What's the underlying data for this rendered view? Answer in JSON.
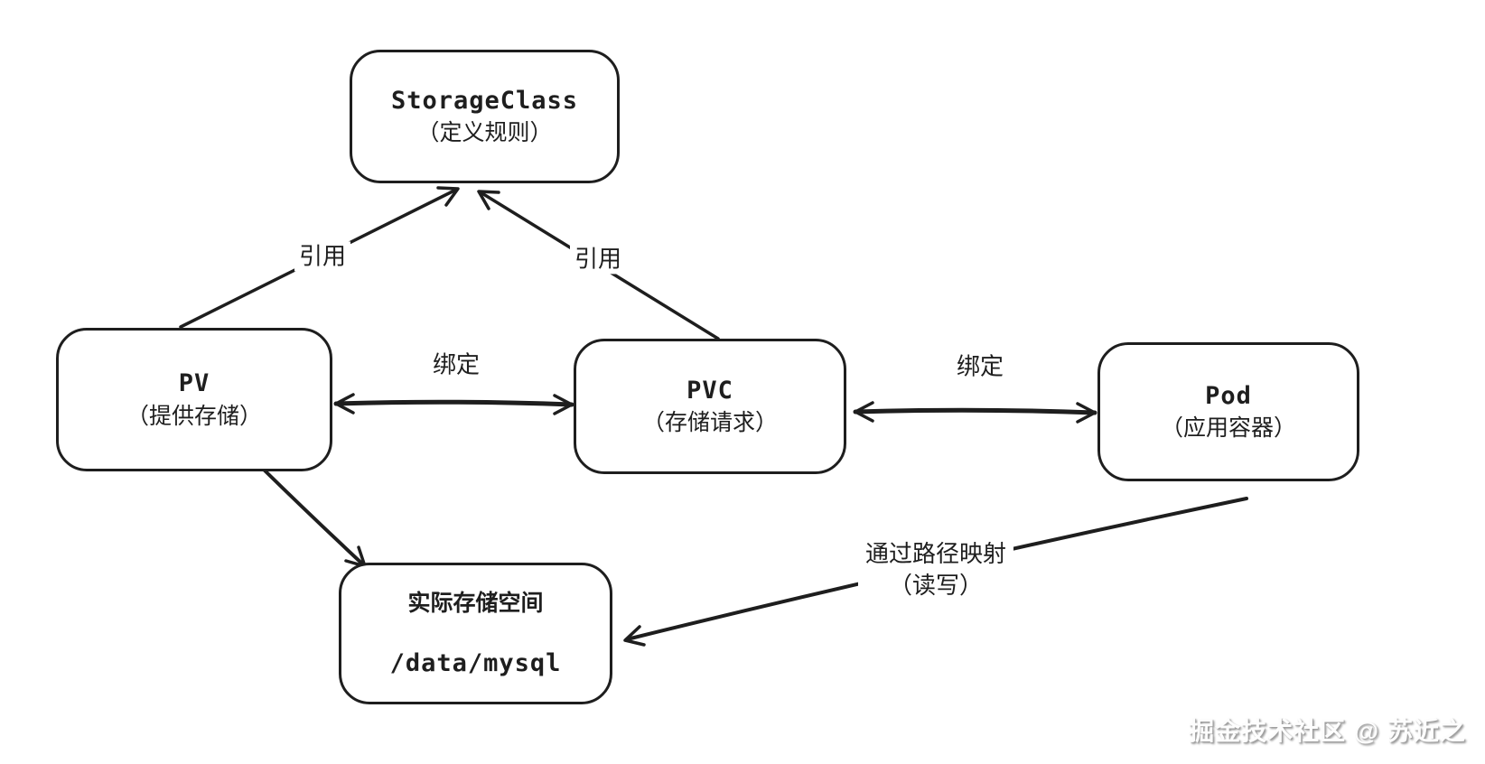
{
  "nodes": {
    "storage_class": {
      "title": "StorageClass",
      "subtitle": "（定义规则）"
    },
    "pv": {
      "title": "PV",
      "subtitle": "（提供存储）"
    },
    "pvc": {
      "title": "PVC",
      "subtitle": "（存储请求）"
    },
    "pod": {
      "title": "Pod",
      "subtitle": "（应用容器）"
    },
    "storage": {
      "title": "实际存储空间",
      "path": "/data/mysql"
    }
  },
  "edge_labels": {
    "reference_left": "引用",
    "reference_right": "引用",
    "binding_left": "绑定",
    "binding_right": "绑定",
    "mapping_line1": "通过路径映射",
    "mapping_line2": "（读写）"
  },
  "colors": {
    "stroke": "#1e1e1e",
    "background": "#ffffff",
    "watermark_shadow": "#9a9a9a"
  },
  "watermark": {
    "text": "掘金技术社区 @ 苏近之"
  }
}
